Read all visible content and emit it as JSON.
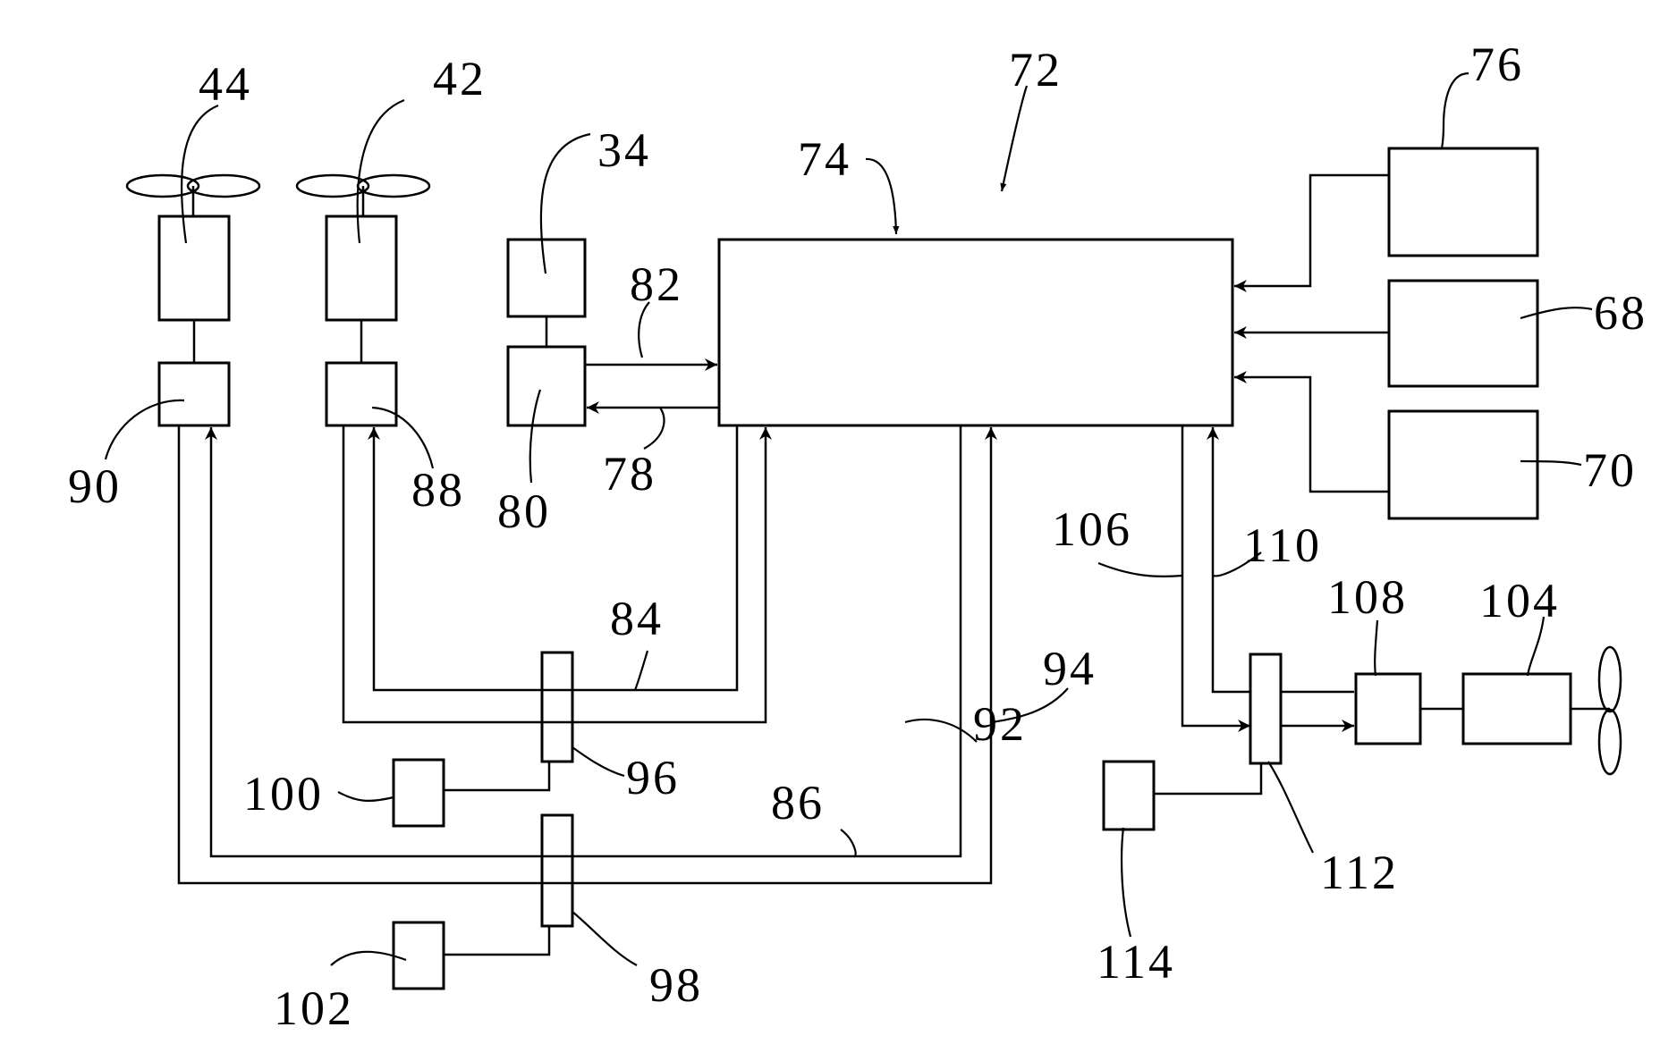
{
  "figure": {
    "reference_numerals": {
      "system": "72",
      "controller": "74",
      "box_top_right": "76",
      "box_mid_right": "68",
      "box_low_right": "70",
      "component_34": "34",
      "component_80": "80",
      "signal_82": "82",
      "signal_78": "78",
      "fan_motor_44": "44",
      "fan_motor_42": "42",
      "driver_90": "90",
      "driver_88": "88",
      "line_84": "84",
      "line_92": "92",
      "line_94": "94",
      "line_86": "86",
      "switch_96": "96",
      "switch_98": "98",
      "box_100": "100",
      "box_102": "102",
      "line_106": "106",
      "line_110": "110",
      "driver_108": "108",
      "fan_motor_104": "104",
      "switch_112": "112",
      "box_114": "114"
    }
  },
  "colors": {
    "ink": "#000000",
    "paper": "#ffffff"
  }
}
